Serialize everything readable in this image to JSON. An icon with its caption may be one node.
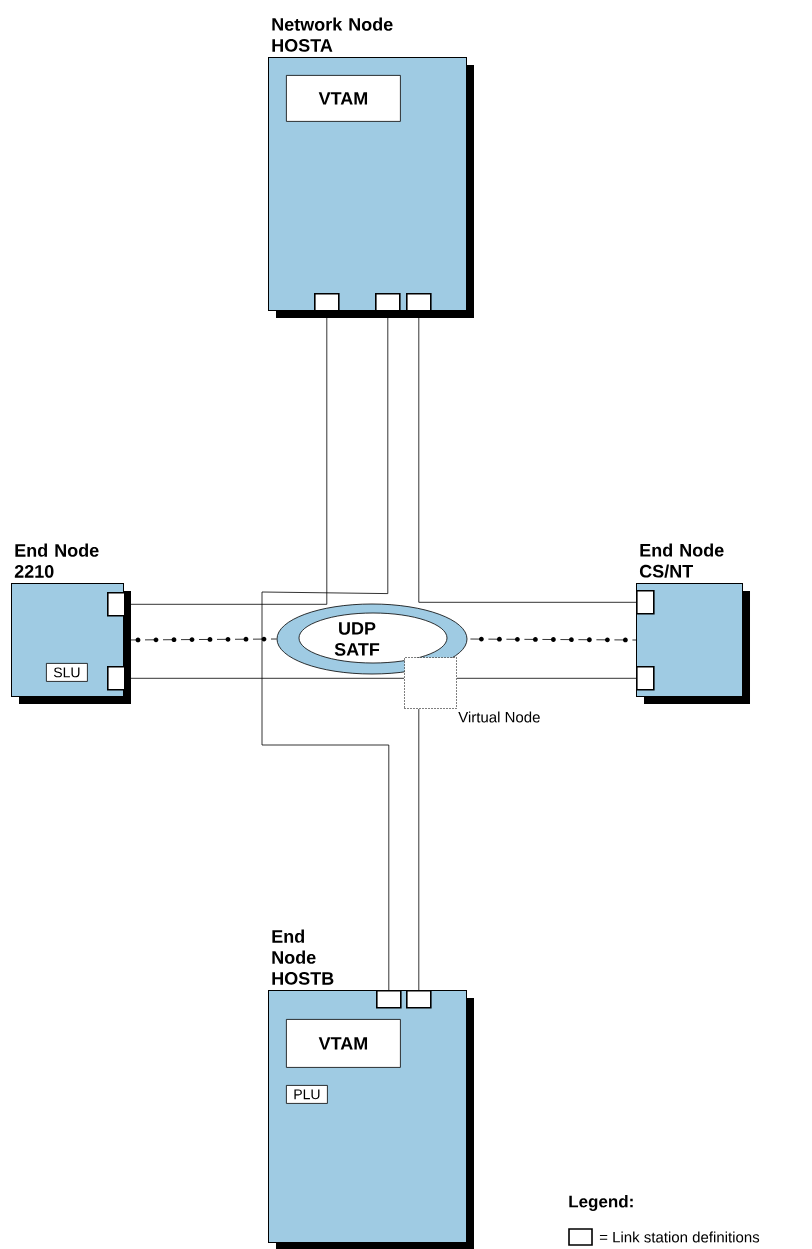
{
  "diagram": {
    "nodes": [
      {
        "text": [
          "Network Node HOSTA"
        ]
      },
      {
        "text": [
          "VTAM"
        ],
        "in": 0
      },
      {
        "text": [],
        "shape": "box",
        "in": 0
      },
      {
        "text": [],
        "shape": "box",
        "in": 0
      },
      {
        "text": [],
        "shape": "box",
        "in": 0
      },
      {
        "text": [
          "End Node 2210"
        ]
      },
      {
        "text": [
          "SLU"
        ],
        "in": 5
      },
      {
        "text": [],
        "shape": "box",
        "in": 5
      },
      {
        "text": [],
        "shape": "box",
        "in": 5
      },
      {
        "text": [
          "UDP SATF"
        ]
      },
      {
        "text": [],
        "shape": "box",
        "beside": [
          "Virtual Node"
        ]
      },
      {
        "text": [
          "End Node CS/NT"
        ]
      },
      {
        "text": [],
        "shape": "box",
        "in": 11
      },
      {
        "text": [],
        "shape": "box",
        "in": 11
      },
      {
        "text": [
          "End Node HOSTB"
        ]
      },
      {
        "text": [
          "VTAM"
        ],
        "in": 14
      },
      {
        "text": [
          "PLU"
        ],
        "in": 14
      },
      {
        "text": [],
        "shape": "box",
        "in": 14
      },
      {
        "text": [],
        "shape": "box",
        "in": 14
      }
    ],
    "edges": [
      {
        "from": 2,
        "to": 7,
        "arrow": "none"
      },
      {
        "from": 3,
        "to": 17,
        "arrow": "none"
      },
      {
        "from": 4,
        "to": 12,
        "arrow": "none"
      },
      {
        "from": 5,
        "to": 9,
        "arrow": "none",
        "style": "dashed"
      },
      {
        "from": 9,
        "to": 11,
        "arrow": "none",
        "style": "dashed"
      },
      {
        "from": 8,
        "to": 10,
        "arrow": "none"
      },
      {
        "from": 10,
        "to": 13,
        "arrow": "none"
      },
      {
        "from": 10,
        "to": 18,
        "arrow": "none"
      }
    ],
    "labels": [
      "Legend:"
    ],
    "legend": [
      {
        "text": "= Link station definitions"
      }
    ]
  }
}
